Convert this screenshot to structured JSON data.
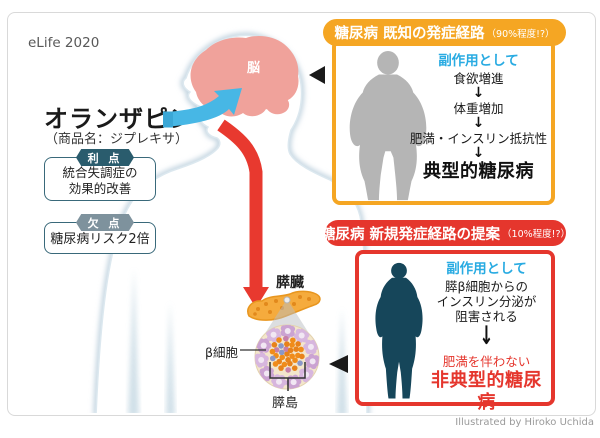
{
  "page": {
    "source_label": "eLife 2020",
    "credit": "Illustrated by Hiroko Uchida"
  },
  "drug": {
    "name": "オランザピン",
    "brand": "（商品名：ジプレキサ）"
  },
  "pros": {
    "badge": "利 点",
    "lines": [
      "統合失調症の",
      "効果的改善"
    ]
  },
  "cons": {
    "badge": "欠 点",
    "text": "糖尿病リスク2倍"
  },
  "anatomy": {
    "brain_label": "脳",
    "pancreas_label": "膵臓",
    "beta_cell_label": "β細胞",
    "islet_label": "膵島"
  },
  "known_pathway": {
    "title": "糖尿病 既知の発症経路",
    "title_note": "（90%程度!?）",
    "subtitle": "副作用として",
    "steps": [
      "食欲増進",
      "体重増加",
      "肥満・インスリン抵抗性"
    ],
    "arrow_glyph": "↓",
    "result": "典型的糖尿病"
  },
  "proposed_pathway": {
    "title": "糖尿病 新規発症経路の提案",
    "title_note": "（10%程度!?）",
    "subtitle": "副作用として",
    "step_lines": [
      "膵β細胞からの",
      "インスリン分泌が",
      "阻害される"
    ],
    "arrow_glyph": "↓",
    "result_qualifier": "肥満を伴わない",
    "result": "非典型的糖尿病"
  },
  "colors": {
    "known_accent": "#f5a623",
    "proposed_accent": "#e5362d",
    "side_effect_blue": "#29abe2",
    "drug_arrow_blue": "#47b7e5",
    "pathway_arrow_red": "#e8392f",
    "brain_pink": "#f0a29b",
    "pancreas_orange": "#f5ab3d",
    "gray_silhouette": "#b5b5b5",
    "navy_silhouette": "#16465a",
    "pros_badge": "#2a5c6d",
    "cons_badge": "#7e929d"
  }
}
